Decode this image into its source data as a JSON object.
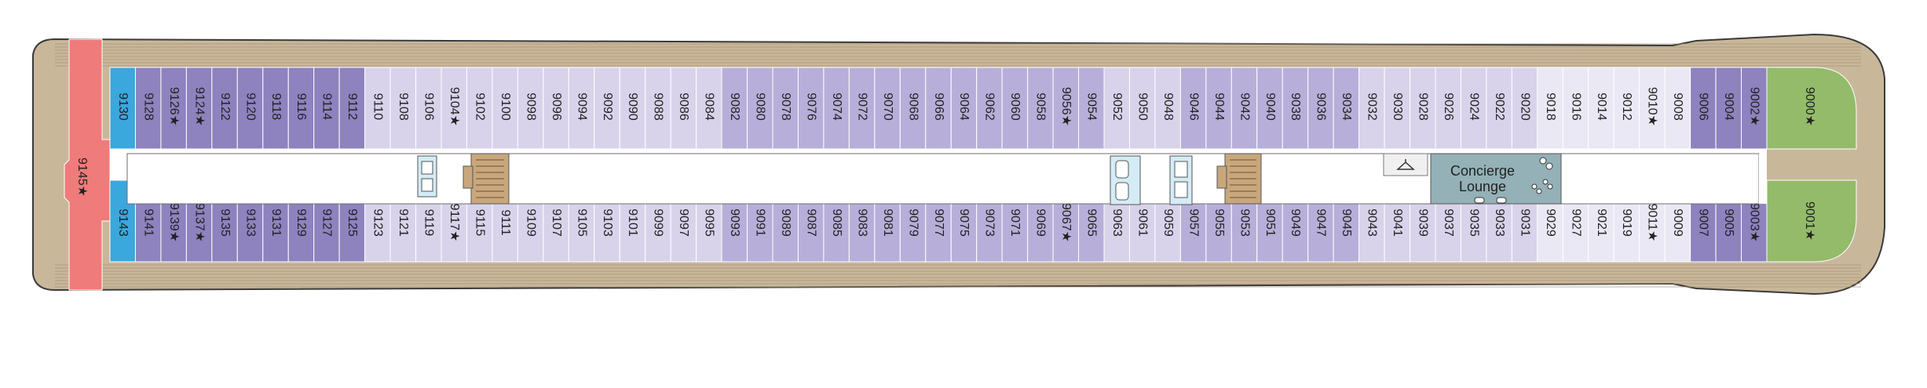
{
  "colors": {
    "deck": "#c9b79a",
    "deck_outline": "#3a3a3a",
    "corridor": "#ffffff",
    "suite_red": "#f07b7b",
    "suite_blue": "#3aa7dd",
    "suite_green": "#93bb6a",
    "dark": "#8e82bf",
    "mid": "#b7afd9",
    "light": "#d8d3eb",
    "pale": "#ebe8f5",
    "lounge": "#93b1b6",
    "stairs": "#c9a77c",
    "elevator": "#d4ecf5"
  },
  "deck": {
    "forward_suite": "9000★",
    "forward_suite_lower": "9001★",
    "aft_suite": "9145★",
    "lounge_line1": "Concierge",
    "lounge_line2": "Lounge",
    "top_row": [
      {
        "no": "9130",
        "color": "blue"
      },
      {
        "no": "9128",
        "color": "dark"
      },
      {
        "no": "9126★",
        "color": "dark"
      },
      {
        "no": "9124★",
        "color": "dark"
      },
      {
        "no": "9122",
        "color": "dark"
      },
      {
        "no": "9120",
        "color": "dark"
      },
      {
        "no": "9118",
        "color": "dark"
      },
      {
        "no": "9116",
        "color": "dark"
      },
      {
        "no": "9114",
        "color": "dark"
      },
      {
        "no": "9112",
        "color": "dark"
      },
      {
        "no": "9110",
        "color": "light"
      },
      {
        "no": "9108",
        "color": "light"
      },
      {
        "no": "9106",
        "color": "light"
      },
      {
        "no": "9104★",
        "color": "light"
      },
      {
        "no": "9102",
        "color": "light"
      },
      {
        "no": "9100",
        "color": "light"
      },
      {
        "no": "9098",
        "color": "light"
      },
      {
        "no": "9096",
        "color": "light"
      },
      {
        "no": "9094",
        "color": "light"
      },
      {
        "no": "9092",
        "color": "light"
      },
      {
        "no": "9090",
        "color": "light"
      },
      {
        "no": "9088",
        "color": "light"
      },
      {
        "no": "9086",
        "color": "light"
      },
      {
        "no": "9084",
        "color": "light"
      },
      {
        "no": "9082",
        "color": "mid"
      },
      {
        "no": "9080",
        "color": "mid"
      },
      {
        "no": "9078",
        "color": "mid"
      },
      {
        "no": "9076",
        "color": "mid"
      },
      {
        "no": "9074",
        "color": "mid"
      },
      {
        "no": "9072",
        "color": "mid"
      },
      {
        "no": "9070",
        "color": "mid"
      },
      {
        "no": "9068",
        "color": "mid"
      },
      {
        "no": "9066",
        "color": "mid"
      },
      {
        "no": "9064",
        "color": "mid"
      },
      {
        "no": "9062",
        "color": "mid"
      },
      {
        "no": "9060",
        "color": "mid"
      },
      {
        "no": "9058",
        "color": "mid"
      },
      {
        "no": "9056★",
        "color": "mid"
      },
      {
        "no": "9054",
        "color": "mid"
      },
      {
        "no": "9052",
        "color": "light"
      },
      {
        "no": "9050",
        "color": "light"
      },
      {
        "no": "9048",
        "color": "light"
      },
      {
        "no": "9046",
        "color": "mid"
      },
      {
        "no": "9044",
        "color": "mid"
      },
      {
        "no": "9042",
        "color": "mid"
      },
      {
        "no": "9040",
        "color": "mid"
      },
      {
        "no": "9038",
        "color": "mid"
      },
      {
        "no": "9036",
        "color": "mid"
      },
      {
        "no": "9034",
        "color": "mid"
      },
      {
        "no": "9032",
        "color": "light"
      },
      {
        "no": "9030",
        "color": "light"
      },
      {
        "no": "9028",
        "color": "light"
      },
      {
        "no": "9026",
        "color": "light"
      },
      {
        "no": "9024",
        "color": "light"
      },
      {
        "no": "9022",
        "color": "light"
      },
      {
        "no": "9020",
        "color": "light"
      },
      {
        "no": "9018",
        "color": "pale"
      },
      {
        "no": "9016",
        "color": "pale"
      },
      {
        "no": "9014",
        "color": "pale"
      },
      {
        "no": "9012",
        "color": "pale"
      },
      {
        "no": "9010★",
        "color": "pale"
      },
      {
        "no": "9008",
        "color": "pale"
      },
      {
        "no": "9006",
        "color": "dark"
      },
      {
        "no": "9004",
        "color": "dark"
      },
      {
        "no": "9002★",
        "color": "dark"
      }
    ],
    "bottom_row": [
      {
        "no": "9143",
        "color": "blue"
      },
      {
        "no": "9141",
        "color": "dark"
      },
      {
        "no": "9139★",
        "color": "dark"
      },
      {
        "no": "9137★",
        "color": "dark"
      },
      {
        "no": "9135",
        "color": "dark"
      },
      {
        "no": "9133",
        "color": "dark"
      },
      {
        "no": "9131",
        "color": "dark"
      },
      {
        "no": "9129",
        "color": "dark"
      },
      {
        "no": "9127",
        "color": "dark"
      },
      {
        "no": "9125",
        "color": "dark"
      },
      {
        "no": "9123",
        "color": "light"
      },
      {
        "no": "9121",
        "color": "light"
      },
      {
        "no": "9119",
        "color": "light"
      },
      {
        "no": "9117★",
        "color": "light"
      },
      {
        "no": "9115",
        "color": "light"
      },
      {
        "no": "9111",
        "color": "light"
      },
      {
        "no": "9109",
        "color": "light"
      },
      {
        "no": "9107",
        "color": "light"
      },
      {
        "no": "9105",
        "color": "light"
      },
      {
        "no": "9103",
        "color": "light"
      },
      {
        "no": "9101",
        "color": "light"
      },
      {
        "no": "9099",
        "color": "light"
      },
      {
        "no": "9097",
        "color": "light"
      },
      {
        "no": "9095",
        "color": "light"
      },
      {
        "no": "9093",
        "color": "mid"
      },
      {
        "no": "9091",
        "color": "mid"
      },
      {
        "no": "9089",
        "color": "mid"
      },
      {
        "no": "9087",
        "color": "mid"
      },
      {
        "no": "9085",
        "color": "mid"
      },
      {
        "no": "9083",
        "color": "mid"
      },
      {
        "no": "9081",
        "color": "mid"
      },
      {
        "no": "9079",
        "color": "mid"
      },
      {
        "no": "9077",
        "color": "mid"
      },
      {
        "no": "9075",
        "color": "mid"
      },
      {
        "no": "9073",
        "color": "mid"
      },
      {
        "no": "9071",
        "color": "mid"
      },
      {
        "no": "9069",
        "color": "mid"
      },
      {
        "no": "9067★",
        "color": "mid"
      },
      {
        "no": "9065",
        "color": "mid"
      },
      {
        "no": "9063",
        "color": "light"
      },
      {
        "no": "9061",
        "color": "light"
      },
      {
        "no": "9059",
        "color": "light"
      },
      {
        "no": "9057",
        "color": "mid"
      },
      {
        "no": "9055",
        "color": "mid"
      },
      {
        "no": "9053",
        "color": "mid"
      },
      {
        "no": "9051",
        "color": "mid"
      },
      {
        "no": "9049",
        "color": "mid"
      },
      {
        "no": "9047",
        "color": "mid"
      },
      {
        "no": "9045",
        "color": "mid"
      },
      {
        "no": "9043",
        "color": "light"
      },
      {
        "no": "9041",
        "color": "light"
      },
      {
        "no": "9039",
        "color": "light"
      },
      {
        "no": "9037",
        "color": "light"
      },
      {
        "no": "9035",
        "color": "light"
      },
      {
        "no": "9033",
        "color": "light"
      },
      {
        "no": "9031",
        "color": "light"
      },
      {
        "no": "9029",
        "color": "pale"
      },
      {
        "no": "9027",
        "color": "pale"
      },
      {
        "no": "9021",
        "color": "pale"
      },
      {
        "no": "9019",
        "color": "pale"
      },
      {
        "no": "9011★",
        "color": "pale"
      },
      {
        "no": "9009",
        "color": "pale"
      },
      {
        "no": "9007",
        "color": "dark"
      },
      {
        "no": "9005",
        "color": "dark"
      },
      {
        "no": "9003★",
        "color": "dark"
      }
    ]
  }
}
